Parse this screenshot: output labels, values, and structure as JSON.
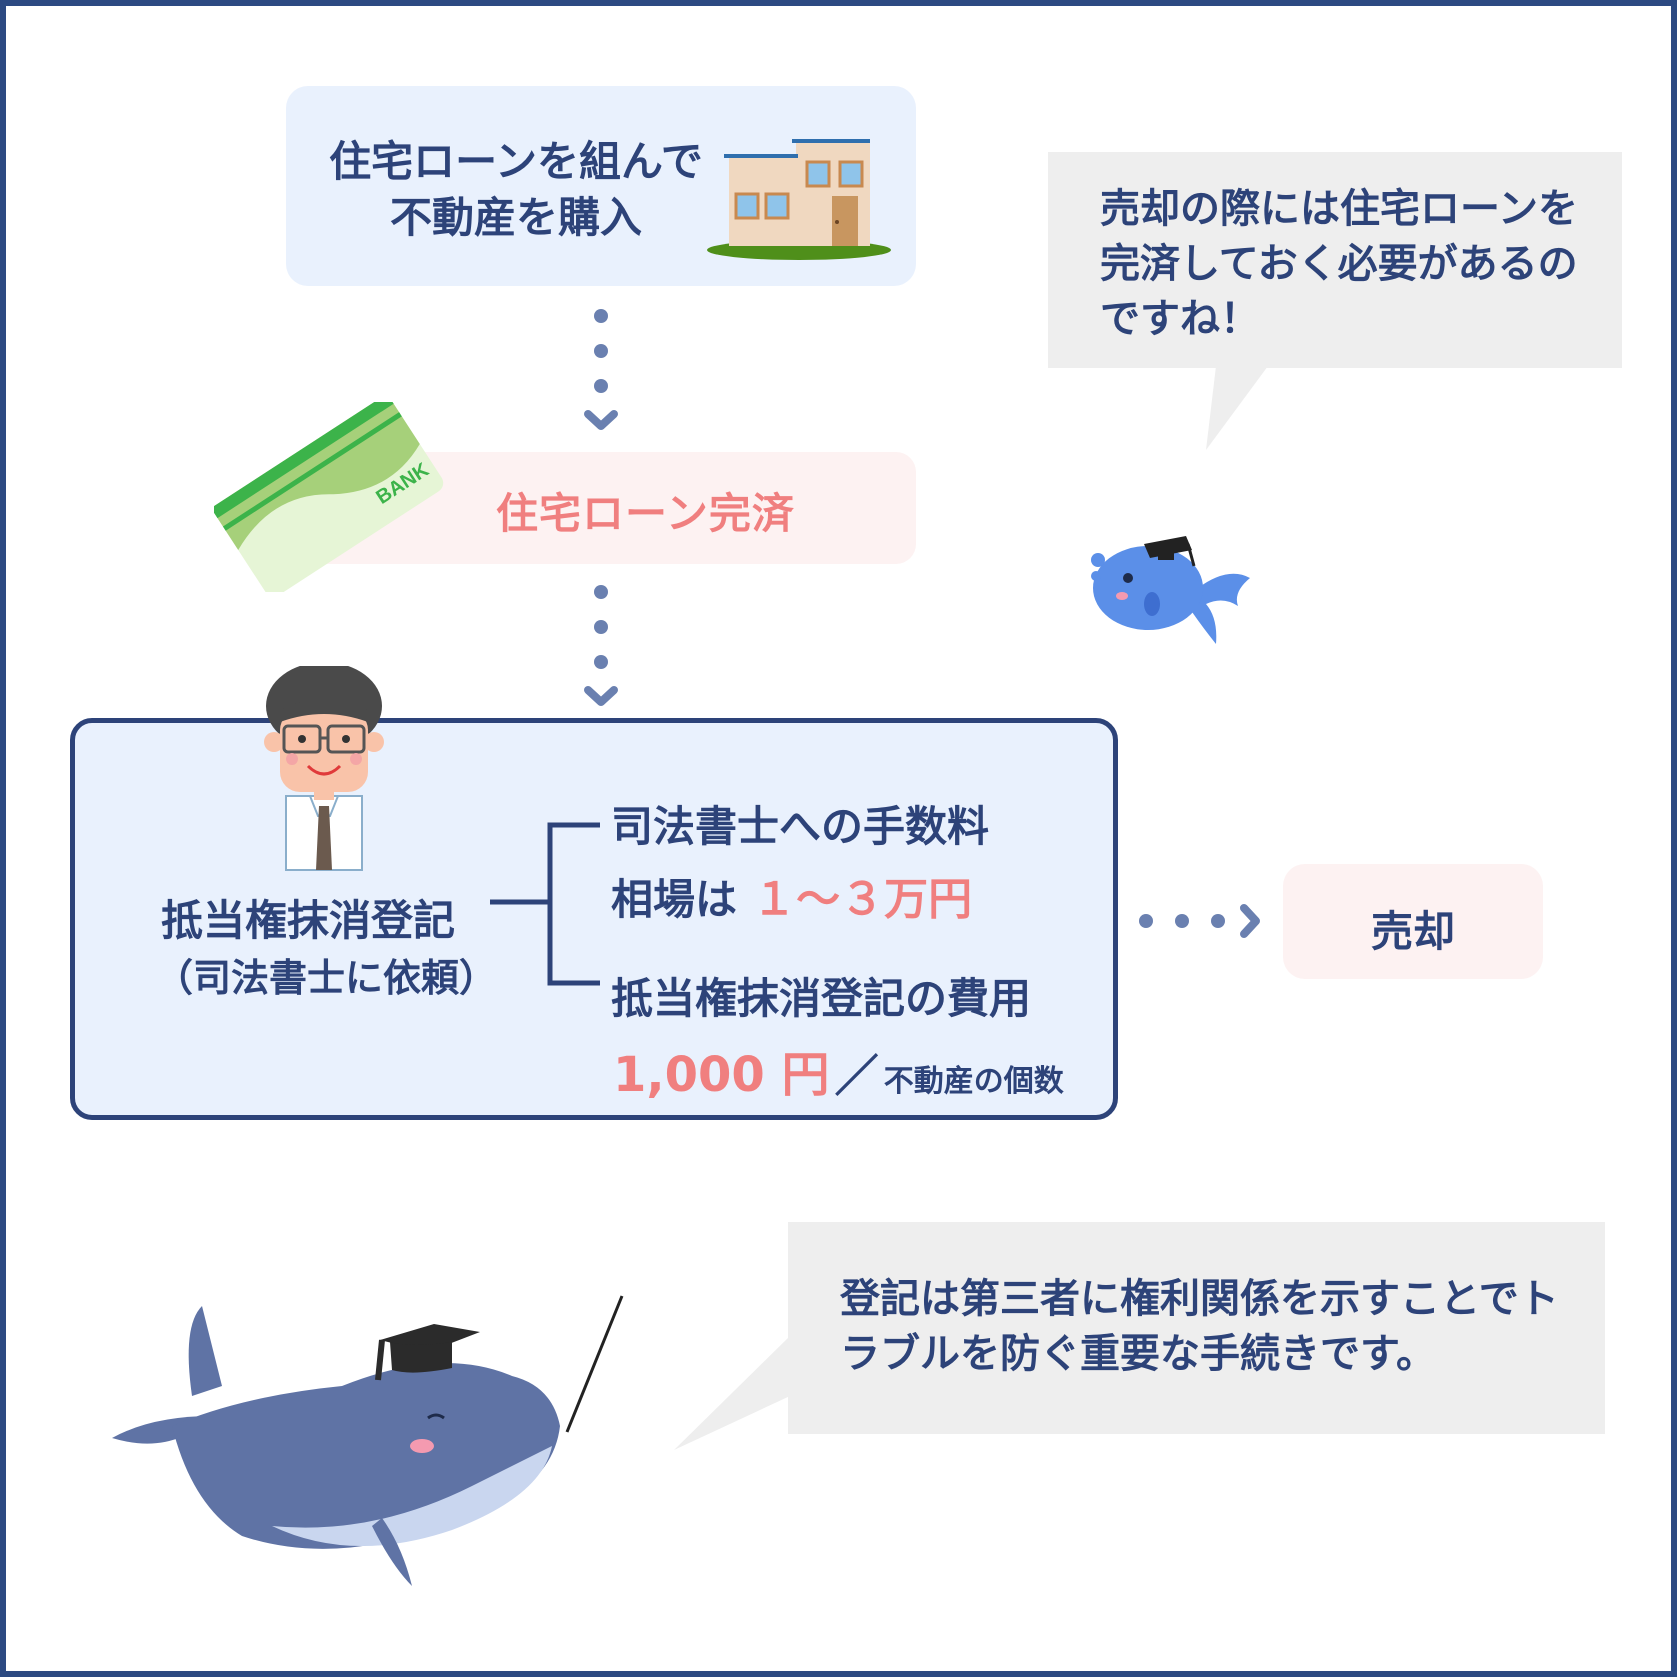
{
  "step_purchase": {
    "text": "住宅ローンを組んで\n不動産を購入"
  },
  "step_paid": {
    "text": "住宅ローン完済"
  },
  "card": {
    "label": "BANK"
  },
  "registration": {
    "title": "抵当権抹消登記",
    "subtitle": "（司法書士に依頼）",
    "fee_title": "司法書士への手数料",
    "fee_prefix": "相場は",
    "fee_value": "１～３万円",
    "cost_title": "抵当権抹消登記の費用",
    "cost_value": "1,000 円",
    "cost_slash": "／",
    "cost_unit": "不動産の個数"
  },
  "step_sell": {
    "text": "売却"
  },
  "speech_fish": {
    "text": "売却の際には住宅ローンを完済しておく必要があるのですね！"
  },
  "speech_whale": {
    "text": "登記は第三者に権利関係を示すことでトラブルを防ぐ重要な手続きです。"
  },
  "colors": {
    "navy": "#2d4379",
    "pink": "#f07f7f",
    "light_blue": "#e9f1fd",
    "light_pink": "#fdf2f2",
    "bubble_gray": "#eeeeee"
  }
}
